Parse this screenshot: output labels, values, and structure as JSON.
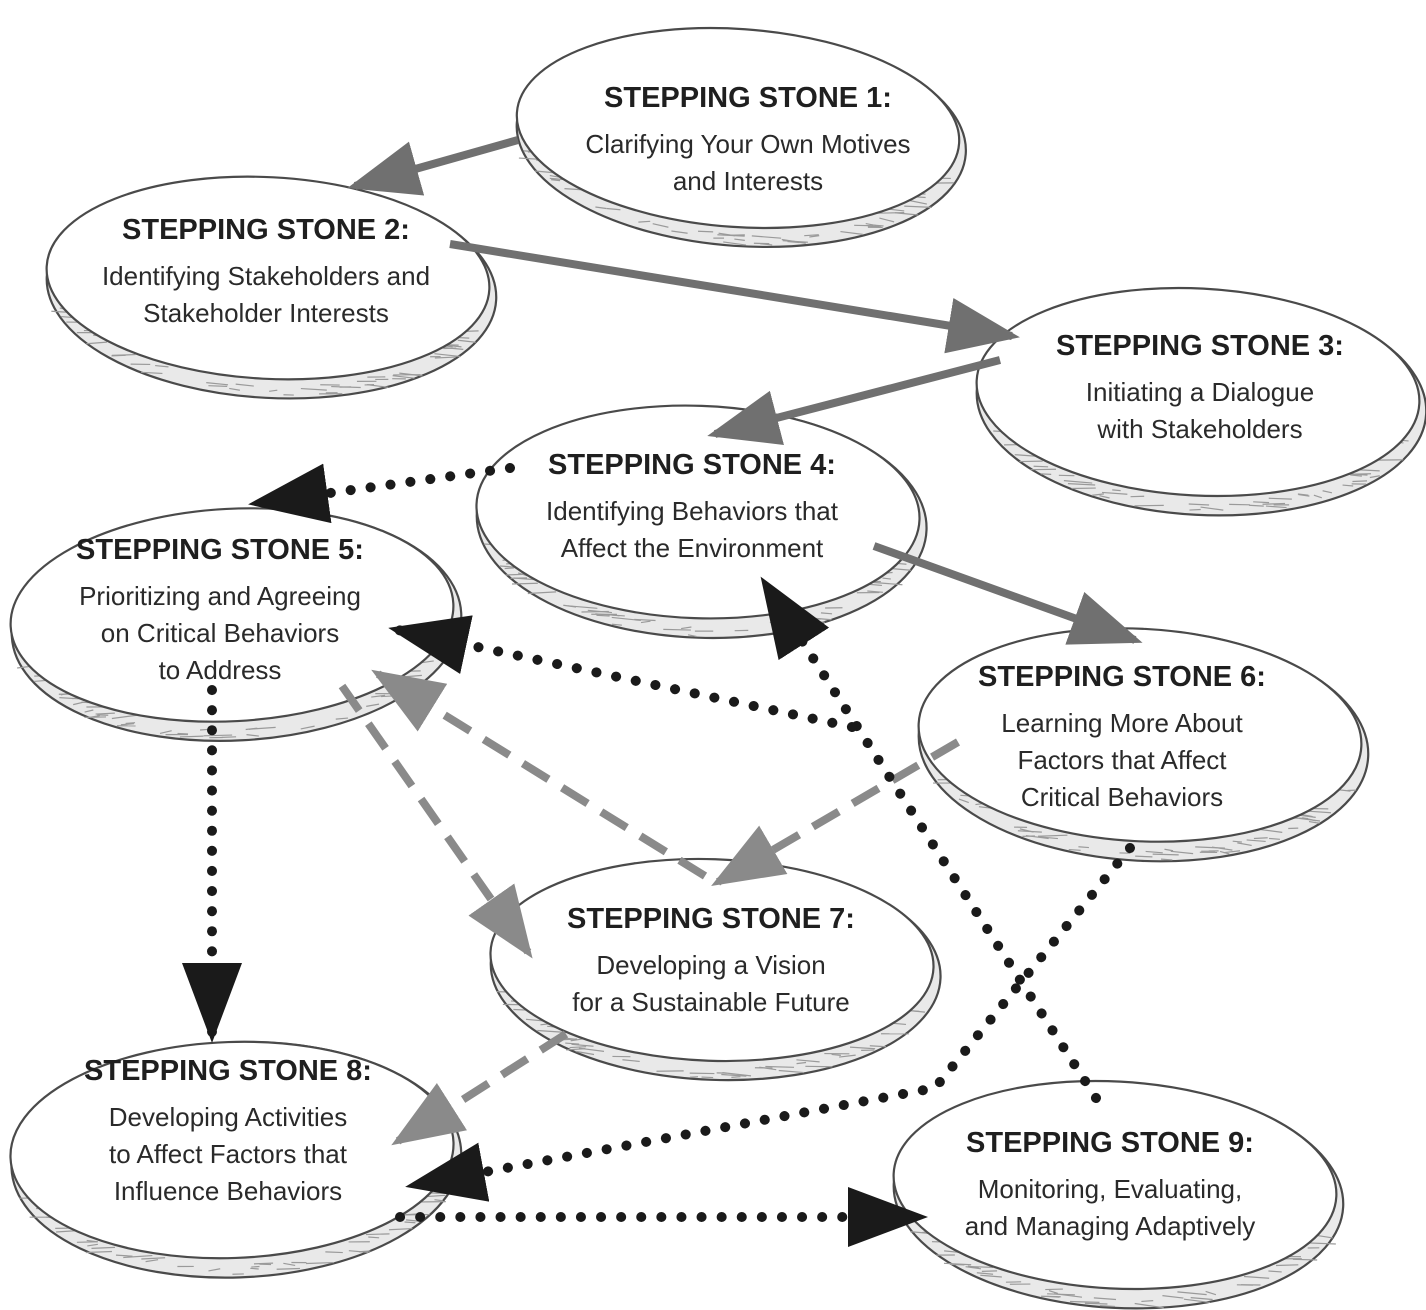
{
  "colors": {
    "solid_arrow": "#707070",
    "dashed_arrow": "#8a8a8a",
    "dotted_arrow": "#1a1a1a",
    "stone_outline": "#4a4a4a",
    "text": "#1f1f1f"
  },
  "stones": [
    {
      "id": "stone-1",
      "title": "STEPPING STONE 1:",
      "lines": [
        "Clarifying Your Own Motives",
        "and Interests"
      ]
    },
    {
      "id": "stone-2",
      "title": "STEPPING STONE 2:",
      "lines": [
        "Identifying Stakeholders and",
        "Stakeholder Interests"
      ]
    },
    {
      "id": "stone-3",
      "title": "STEPPING STONE 3:",
      "lines": [
        "Initiating a Dialogue",
        "with Stakeholders"
      ]
    },
    {
      "id": "stone-4",
      "title": "STEPPING STONE 4:",
      "lines": [
        "Identifying Behaviors that",
        "Affect the Environment"
      ]
    },
    {
      "id": "stone-5",
      "title": "STEPPING STONE 5:",
      "lines": [
        "Prioritizing and Agreeing",
        "on Critical Behaviors",
        "to Address"
      ]
    },
    {
      "id": "stone-6",
      "title": "STEPPING STONE 6:",
      "lines": [
        "Learning More About",
        "Factors that Affect",
        "Critical Behaviors"
      ]
    },
    {
      "id": "stone-7",
      "title": "STEPPING STONE 7:",
      "lines": [
        "Developing a Vision",
        "for a Sustainable Future"
      ]
    },
    {
      "id": "stone-8",
      "title": "STEPPING STONE 8:",
      "lines": [
        "Developing Activities",
        "to Affect Factors that",
        "Influence Behaviors"
      ]
    },
    {
      "id": "stone-9",
      "title": "STEPPING STONE 9:",
      "lines": [
        "Monitoring, Evaluating,",
        "and Managing Adaptively"
      ]
    }
  ],
  "connections": [
    {
      "from": "stone-1",
      "to": "stone-2",
      "style": "solid"
    },
    {
      "from": "stone-2",
      "to": "stone-3",
      "style": "solid"
    },
    {
      "from": "stone-3",
      "to": "stone-4",
      "style": "solid"
    },
    {
      "from": "stone-4",
      "to": "stone-6",
      "style": "solid"
    },
    {
      "from": "stone-4",
      "to": "stone-5",
      "style": "dotted"
    },
    {
      "from": "stone-6",
      "to": "stone-7",
      "style": "dashed"
    },
    {
      "from": "stone-7",
      "to": "stone-5",
      "style": "dashed"
    },
    {
      "from": "stone-5",
      "to": "stone-7",
      "style": "dashed"
    },
    {
      "from": "stone-7",
      "to": "stone-8",
      "style": "dashed"
    },
    {
      "from": "stone-5",
      "to": "stone-8",
      "style": "dotted"
    },
    {
      "from": "stone-6",
      "to": "stone-8",
      "style": "dotted"
    },
    {
      "from": "stone-8",
      "to": "stone-9",
      "style": "dotted"
    },
    {
      "from": "stone-9",
      "to": "stone-4",
      "style": "dotted"
    },
    {
      "from": "stone-9",
      "to": "stone-5",
      "style": "dotted"
    }
  ]
}
